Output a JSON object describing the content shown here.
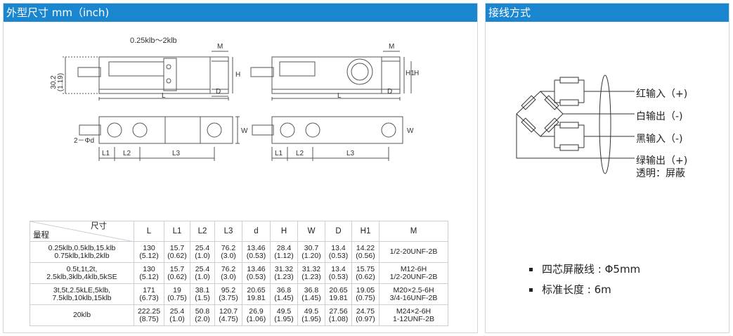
{
  "left_panel": {
    "title": "外型尺寸 mm（inch)",
    "drawing": {
      "range_label": "0.25klb～2klb",
      "dim_30_2": "30.2",
      "dim_1_19": "(1.19)",
      "labels": [
        "M",
        "H",
        "D",
        "L",
        "M",
        "H1",
        "H",
        "D",
        "L",
        "W",
        "W",
        "2－Φd",
        "L1",
        "L2",
        "L3",
        "L1",
        "L2",
        "L3"
      ]
    },
    "table": {
      "corner_top": "尺寸",
      "corner_bottom": "量程",
      "headers": [
        "L",
        "L1",
        "L2",
        "L3",
        "d",
        "H",
        "W",
        "D",
        "H1",
        "M"
      ],
      "rows": [
        {
          "range": [
            "0.25klb,0.5klb,15.klb",
            "0.75klb,1klb,2klb"
          ],
          "cells": [
            [
              "130",
              "(5.12)"
            ],
            [
              "15.7",
              "(0.62)"
            ],
            [
              "25.4",
              "(1.0)"
            ],
            [
              "76.2",
              "(3.0)"
            ],
            [
              "13.46",
              "(0.53)"
            ],
            [
              "28.4",
              "(1.12)"
            ],
            [
              "30.7",
              "(1.20)"
            ],
            [
              "13.4",
              "(0.53)"
            ],
            [
              "14.22",
              "(0.56)"
            ],
            [
              "1/2-20UNF-2B"
            ]
          ]
        },
        {
          "range": [
            "0.5t,1t,2t,",
            "2.5klb,3klb,4klb,5kSE"
          ],
          "cells": [
            [
              "130",
              "(5.12)"
            ],
            [
              "15.7",
              "(0.62)"
            ],
            [
              "25.4",
              "(1.0)"
            ],
            [
              "76.2",
              "(3.0)"
            ],
            [
              "13.46",
              "(0.53)"
            ],
            [
              "31.32",
              "(1.23)"
            ],
            [
              "31.32",
              "(1.23)"
            ],
            [
              "13.4",
              "(0.53)"
            ],
            [
              "15.75",
              "(0.62)"
            ],
            [
              "M12-6H",
              "1/2-20UNF-2B"
            ]
          ]
        },
        {
          "range": [
            "3t,5t,2.5kLE,5klb,",
            "7.5klb,10klb,15klb"
          ],
          "cells": [
            [
              "171",
              "(6.73)"
            ],
            [
              "19",
              "(0.75)"
            ],
            [
              "38.1",
              "(1.5)"
            ],
            [
              "95.2",
              "(3.75)"
            ],
            [
              "20.65",
              "19.81"
            ],
            [
              "36.8",
              "(1.45)"
            ],
            [
              "36.8",
              "(1.45)"
            ],
            [
              "20.65",
              "19.81"
            ],
            [
              "19.05",
              "(0.75)"
            ],
            [
              "M20×2.5-6H",
              "3/4-16UNF-2B"
            ]
          ]
        },
        {
          "range": [
            "20klb"
          ],
          "cells": [
            [
              "222.25",
              "(8.75)"
            ],
            [
              "25.4",
              "(1.0)"
            ],
            [
              "50.8",
              "(2.0)"
            ],
            [
              "120.7",
              "(4.75)"
            ],
            [
              "26.9",
              "(1.06)"
            ],
            [
              "49.5",
              "(1.95)"
            ],
            [
              "49.5",
              "(1.95)"
            ],
            [
              "27.56",
              "(1.08)"
            ],
            [
              "24.75",
              "(0.97)"
            ],
            [
              "M24×2-6H",
              "1-12UNF-2B"
            ]
          ]
        }
      ]
    }
  },
  "right_panel": {
    "title": "接线方式",
    "wires": [
      "红输入（+)",
      "白输出（-)",
      "黑输入（-)",
      "绿输出（+)",
      "透明：屏蔽"
    ],
    "features": [
      "四芯屏蔽线 : Φ5mm",
      "标准长度 : 6m"
    ]
  },
  "colors": {
    "header_blue": "#1a86d0",
    "border": "#cfd6dc"
  }
}
